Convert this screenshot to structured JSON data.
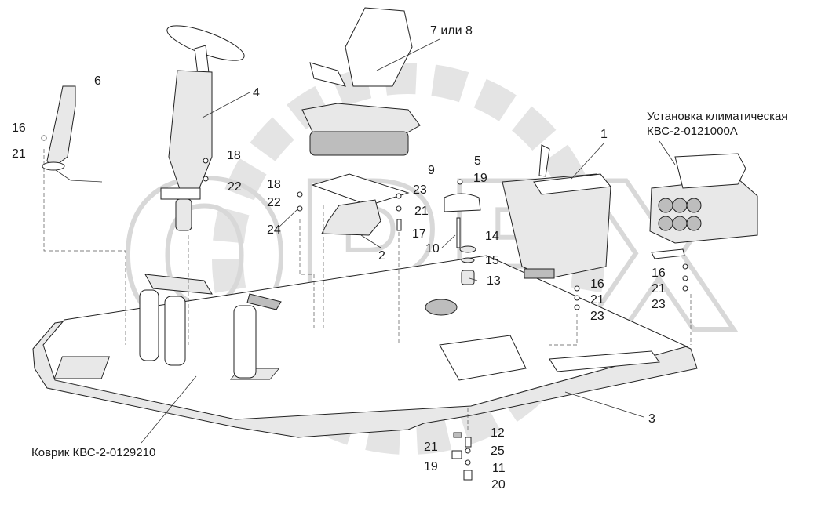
{
  "diagram": {
    "callouts": [
      "1",
      "2",
      "3",
      "4",
      "5",
      "6",
      "7 или 8",
      "9",
      "10",
      "11",
      "12",
      "13",
      "14",
      "15",
      "16",
      "17",
      "18",
      "19",
      "20",
      "21",
      "22",
      "23",
      "24",
      "25"
    ],
    "captions": {
      "climate_unit": [
        "Установка климатическая",
        "КВС-2-0121000А"
      ],
      "mat": "Коврик КВС-2-0129210"
    },
    "watermark": "OPEX"
  }
}
